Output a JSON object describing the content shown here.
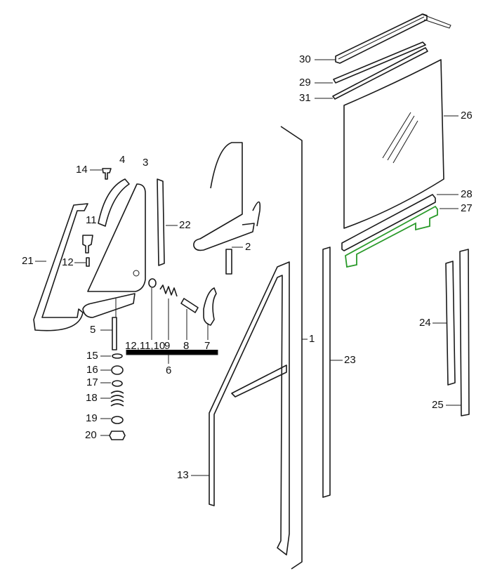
{
  "diagram": {
    "selected_part": "27",
    "highlight_color": "#2a9a2a",
    "callouts": [
      "30",
      "29",
      "31",
      "26",
      "28",
      "27",
      "14",
      "4",
      "3",
      "22",
      "2",
      "11",
      "12",
      "21",
      "5",
      "12,11,10",
      "9",
      "8",
      "7",
      "6",
      "15",
      "16",
      "17",
      "18",
      "19",
      "20",
      "1",
      "23",
      "24",
      "25",
      "13"
    ]
  }
}
